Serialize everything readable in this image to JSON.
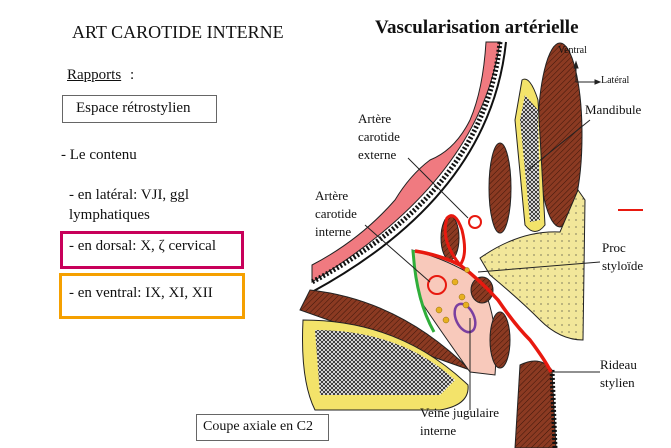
{
  "slide": {
    "title": "ART CAROTIDE INTERNE",
    "rapports_label": "Rapports",
    "rapports_colon": ":",
    "espace": "Espace rétrostylien",
    "contenu": "- Le contenu",
    "lateral_line1": "- en latéral: VJI, ggl",
    "lateral_line2": "lymphatiques",
    "dorsal": "- en dorsal: X, ζ cervical",
    "ventral": "- en ventral: IX, XI, XII",
    "coupe": "Coupe axiale en C2"
  },
  "diagram": {
    "title": "Vascularisation artérielle",
    "orientation_ventral": "Ventral",
    "orientation_lateral": "Latéral",
    "mandibule": "Mandibule",
    "ace": [
      "Artère",
      "carotide",
      "externe"
    ],
    "aci": [
      "Artère",
      "carotide",
      "interne"
    ],
    "proc": [
      "Proc",
      "styloïde"
    ],
    "rideau": [
      "Rideau",
      "stylien"
    ],
    "vji": [
      "Veine jugulaire",
      "interne"
    ],
    "colors": {
      "artery": "#e8190f",
      "vein": "#7a3fa0",
      "nerve": "#2fae3a",
      "highlight_dorsal": "#c8005a",
      "highlight_ventral": "#f5a000"
    }
  }
}
